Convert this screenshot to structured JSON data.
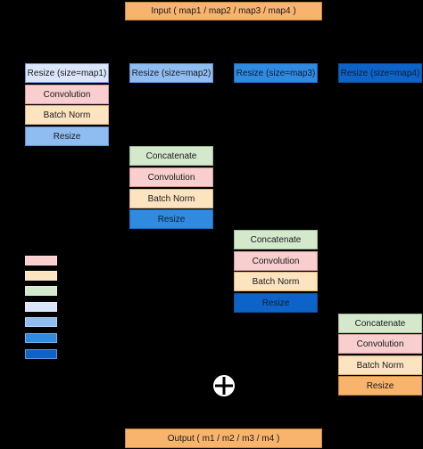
{
  "input_label": "Input  ( map1 / map2 / map3 / map4 )",
  "output_label": "Output ( m1 / m2 / m3 / m4 )",
  "columns": [
    {
      "resize_label": "Resize (size=map1)",
      "stack": [
        "Convolution",
        "Batch Norm",
        "Resize"
      ]
    },
    {
      "resize_label": "Resize (size=map2)",
      "stack": [
        "Concatenate",
        "Convolution",
        "Batch Norm",
        "Resize"
      ]
    },
    {
      "resize_label": "Resize (size=map3)",
      "stack": [
        "Concatenate",
        "Convolution",
        "Batch Norm",
        "Resize"
      ]
    },
    {
      "resize_label": "Resize (size=map4)",
      "stack": [
        "Concatenate",
        "Convolution",
        "Batch Norm",
        "Resize"
      ]
    }
  ],
  "legend_colors": [
    "#f8cece",
    "#fde4c1",
    "#d4e8cc",
    "#dbe6fb",
    "#8fbdf2",
    "#2f8ae0",
    "#0d63c7"
  ],
  "sum_icon": "circle-plus-icon"
}
